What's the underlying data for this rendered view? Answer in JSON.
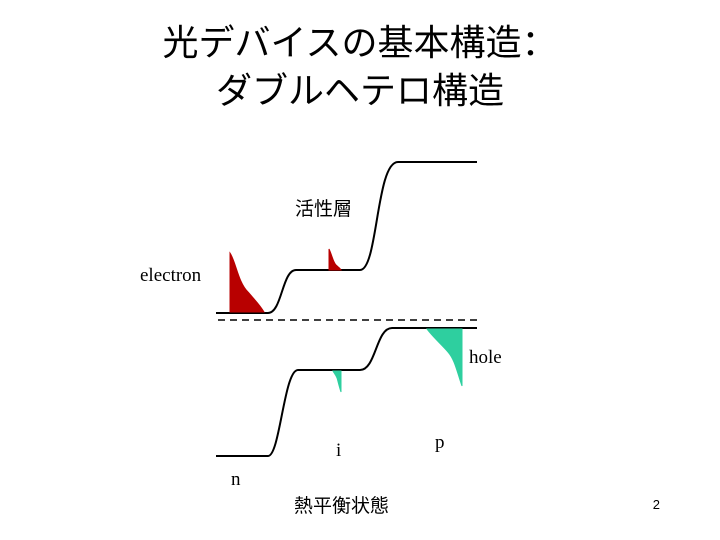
{
  "slide": {
    "title_line1": "光デバイスの基本構造：",
    "title_line2": "ダブルヘテロ構造",
    "page_number": "2"
  },
  "diagram": {
    "labels": {
      "active_layer": "活性層",
      "electron": "electron",
      "hole": "hole",
      "n": "n",
      "i": "i",
      "p": "p",
      "caption": "熱平衡状態"
    },
    "colors": {
      "band_line": "#000000",
      "electron_fill": "#b80000",
      "hole_fill": "#2ecf9f",
      "fermi_line": "#000000"
    }
  }
}
